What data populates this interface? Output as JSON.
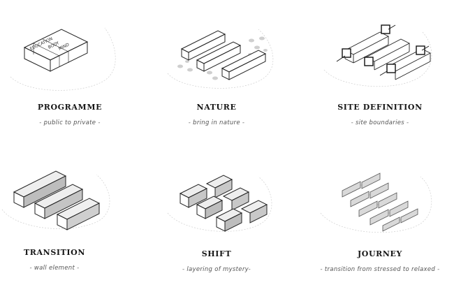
{
  "panels": [
    {
      "title": "PROGRAMME",
      "subtitle": "- public to private -",
      "labels": [
        "EDUCATION",
        "BODY",
        "MIND"
      ]
    },
    {
      "title": "NATURE",
      "subtitle": "- bring in nature -"
    },
    {
      "title": "SITE DEFINITION",
      "subtitle": "- site boundaries -"
    },
    {
      "title": "TRANSITION",
      "subtitle": "- wall element -"
    },
    {
      "title": "SHIFT",
      "subtitle": "- layering of mystery-"
    },
    {
      "title": "JOURNEY",
      "subtitle": "- transition from stressed to relaxed -"
    }
  ]
}
